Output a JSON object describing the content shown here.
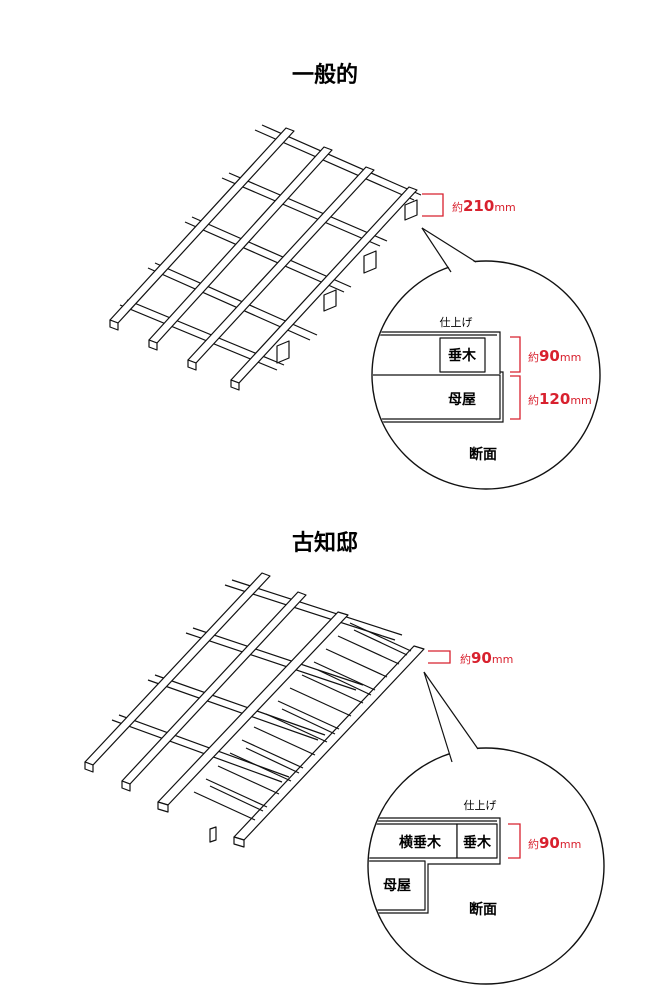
{
  "sections": [
    {
      "title": "一般的",
      "height_label": {
        "prefix": "約",
        "value": "210",
        "unit": "mm"
      },
      "section_view": {
        "finish_label": "仕上げ",
        "rafter_label": "垂木",
        "purlin_label": "母屋",
        "caption": "断面",
        "dim_rafter": {
          "prefix": "約",
          "value": "90",
          "unit": "mm"
        },
        "dim_purlin": {
          "prefix": "約",
          "value": "120",
          "unit": "mm"
        }
      }
    },
    {
      "title": "古知邸",
      "height_label": {
        "prefix": "約",
        "value": "90",
        "unit": "mm"
      },
      "section_view": {
        "finish_label": "仕上げ",
        "horizontal_rafter_label": "横垂木",
        "rafter_label": "垂木",
        "purlin_label": "母屋",
        "caption": "断面",
        "dim_rafter": {
          "prefix": "約",
          "value": "90",
          "unit": "mm"
        }
      }
    }
  ],
  "colors": {
    "accent": "#d8212e",
    "line": "#111111",
    "background": "#ffffff"
  }
}
